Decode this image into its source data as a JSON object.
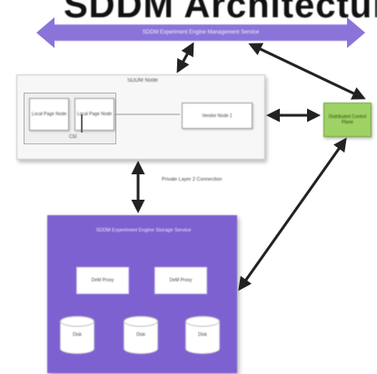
{
  "title": "SDDM Architecture",
  "banner": {
    "label": "SDDM Experiment Engine Management Service"
  },
  "sddm_node": {
    "title": "SDDM Node",
    "left_boxes": [
      "Local Page Node",
      "Local Page Node"
    ],
    "group_label": "CSI",
    "right_box": "Vendor Node 1"
  },
  "green_box": {
    "label": "Distributed Control Plane"
  },
  "connection_label": "Private Layer 2 Connection",
  "engine": {
    "title": "SDDM Experiment Engine Storage Service",
    "proxies": [
      "DeM Proxy",
      "DeM Proxy"
    ],
    "disks": [
      "Disk",
      "Disk",
      "Disk"
    ]
  },
  "colors": {
    "banner": "#8b74d9",
    "engine": "#7e61d1",
    "green": "#9fd264",
    "connector": "#222222"
  }
}
